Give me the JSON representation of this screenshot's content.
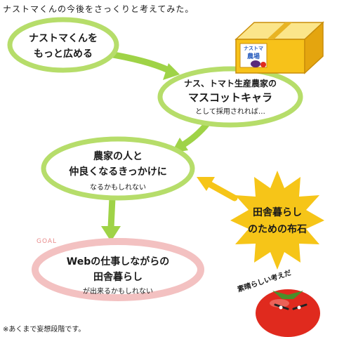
{
  "title": "ナストマくんの今後をさっくりと考えてみた。",
  "nodes": {
    "start": {
      "line1": "ナストマくんを",
      "line2": "もっと広める"
    },
    "mascot": {
      "line1": "ナス、トマト生産農家の",
      "line2": "マスコットキャラ",
      "line3": "として採用されれば…"
    },
    "friends": {
      "line1": "農家の人と",
      "line2": "仲良くなるきっかけに",
      "line3": "なるかもしれない"
    },
    "country": {
      "line1": "田舎暮らし",
      "line2": "のための布石"
    },
    "goal": {
      "tag": "GOAL",
      "line1": "Webの仕事しながらの",
      "line2": "田舎暮らし",
      "line3": "が出来るかもしれない"
    }
  },
  "box": {
    "label_top": "ナストマ",
    "label_bottom": "農場",
    "side_label": ""
  },
  "tomato": {
    "speech": "素晴らしい考えだ"
  },
  "footnote": "※あくまで妄想段階です。",
  "colors": {
    "ellipse_fill": "#ffffff",
    "ellipse_border": "#b6dd6a",
    "arrow_green": "#9fd347",
    "goal_border": "#f3c1c1",
    "goal_tag": "#e88b8b",
    "star_yellow": "#f6c518",
    "box_yellow": "#f7c21a",
    "tomato_red": "#e02a1e"
  }
}
